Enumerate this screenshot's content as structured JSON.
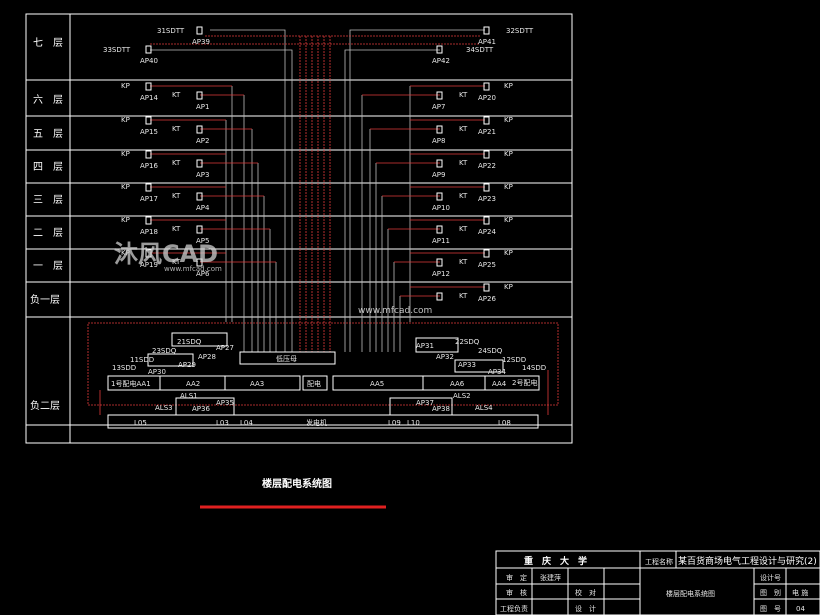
{
  "drawing": {
    "title": "楼层配电系统图",
    "floors": [
      {
        "label": "七　层"
      },
      {
        "label": "六　层"
      },
      {
        "label": "五　层"
      },
      {
        "label": "四　层"
      },
      {
        "label": "三　层"
      },
      {
        "label": "二　层"
      },
      {
        "label": "一　层"
      },
      {
        "label": "负一层"
      },
      {
        "label": "负二层"
      }
    ],
    "top_left_labels": [
      {
        "text": "31SDTT"
      },
      {
        "text": "AP39"
      },
      {
        "text": "33SDTT"
      },
      {
        "text": "AP40"
      }
    ],
    "top_right_labels": [
      {
        "text": "32SDTT"
      },
      {
        "text": "AP41"
      },
      {
        "text": "34SDTT"
      },
      {
        "text": "AP42"
      }
    ],
    "left_rows": [
      {
        "kp": "KP",
        "ap": "AP14",
        "kt": "KT",
        "ap2": "AP1"
      },
      {
        "kp": "KP",
        "ap": "AP15",
        "kt": "KT",
        "ap2": "AP2"
      },
      {
        "kp": "KP",
        "ap": "AP16",
        "kt": "KT",
        "ap2": "AP3"
      },
      {
        "kp": "KP",
        "ap": "AP17",
        "kt": "KT",
        "ap2": "AP4"
      },
      {
        "kp": "KP",
        "ap": "AP18",
        "kt": "KT",
        "ap2": "AP5"
      },
      {
        "kp": "KP",
        "ap": "AP19",
        "kt": "KT",
        "ap2": "AP6"
      }
    ],
    "right_rows": [
      {
        "kt": "KT",
        "ap": "AP7",
        "kp": "KP",
        "ap2": "AP20"
      },
      {
        "kt": "KT",
        "ap": "AP8",
        "kp": "KP",
        "ap2": "AP21"
      },
      {
        "kt": "KT",
        "ap": "AP9",
        "kp": "KP",
        "ap2": "AP22"
      },
      {
        "kt": "KT",
        "ap": "AP10",
        "kp": "KP",
        "ap2": "AP23"
      },
      {
        "kt": "KT",
        "ap": "AP11",
        "kp": "KP",
        "ap2": "AP24"
      },
      {
        "kt": "KT",
        "ap": "AP12",
        "kp": "KP",
        "ap2": "AP25"
      },
      {
        "kt": "KT",
        "ap": "",
        "kp": "KP",
        "ap2": "AP26"
      }
    ],
    "basement_labels": {
      "sd21": "21SDQ",
      "ap27": "AP27",
      "sd23": "23SDQ",
      "ap28": "AP28",
      "sd11": "11SDD",
      "ap29": "AP29",
      "sd13": "13SDD",
      "ap30": "AP30",
      "aa1": "1号配电AA1",
      "aa2": "AA2",
      "aa3": "AA3",
      "bus": "低压母",
      "mid": "配电",
      "aa5": "AA5",
      "aa6": "AA6",
      "aa4": "AA4",
      "aa4b": "2号配电",
      "ap31": "AP31",
      "sd22": "22SDQ",
      "sd24": "24SDQ",
      "ap32": "AP32",
      "ap33": "AP33",
      "sd12": "12SDD",
      "ap34": "AP34",
      "sd14": "14SDD",
      "als1": "ALS1",
      "ap35": "AP35",
      "ap36": "AP36",
      "als3": "ALS3",
      "als2": "ALS2",
      "ap37": "AP37",
      "ap38": "AP38",
      "als4": "ALS4",
      "l05": "L05",
      "l03": "L03",
      "l04": "L04",
      "bus2": "发电机",
      "l09": "L09",
      "l10": "L10",
      "l08": "L08"
    },
    "watermark": {
      "brand": "沐风CAD",
      "url1": "www.mfcad.com",
      "url2": "www.mfcad.com"
    }
  },
  "title_block": {
    "school": "重　庆　大　学",
    "project_label": "工程名称",
    "project_name": "某百货商场电气工程设计与研究(2)",
    "rows": [
      {
        "a": "审　定",
        "b": "张建萍",
        "c": "设计号",
        "d": ""
      },
      {
        "a": "审　核",
        "b": "校　对",
        "c": "图　别",
        "d": "电 施"
      },
      {
        "a": "工程负责",
        "b": "设　计",
        "c": "图　号",
        "d": "04"
      }
    ],
    "drawing_name": "楼层配电系统图"
  }
}
